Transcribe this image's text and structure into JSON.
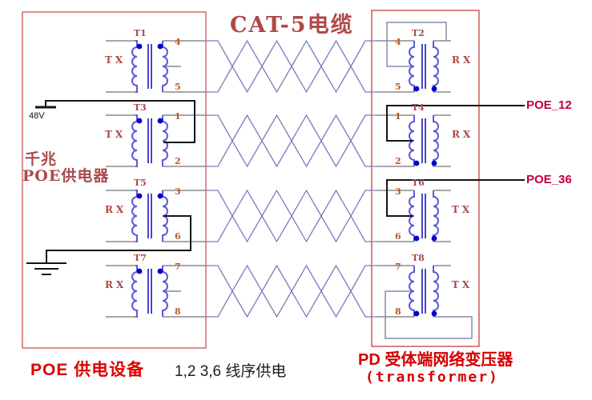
{
  "title": "CAT-5电缆",
  "pse": {
    "name_line1": "千兆",
    "name_line2": "POE供电器",
    "caption": "POE 供电设备",
    "voltage": "48V"
  },
  "pd": {
    "caption_line1": "PD 受体端网络变压器",
    "caption_line2": "(transformer)"
  },
  "note": "1,2 3,6 线序供电",
  "power_labels": {
    "poe12": "POE_12",
    "poe36": "POE_36"
  },
  "transformers": [
    {
      "label": "T1",
      "side": "left",
      "mode": "TX",
      "pin_top": "4",
      "pin_bottom": "5"
    },
    {
      "label": "T2",
      "side": "right",
      "mode": "RX",
      "pin_top": "4",
      "pin_bottom": "5"
    },
    {
      "label": "T3",
      "side": "left",
      "mode": "TX",
      "pin_top": "1",
      "pin_bottom": "2"
    },
    {
      "label": "T4",
      "side": "right",
      "mode": "RX",
      "pin_top": "1",
      "pin_bottom": "2"
    },
    {
      "label": "T5",
      "side": "left",
      "mode": "RX",
      "pin_top": "3",
      "pin_bottom": "6"
    },
    {
      "label": "T6",
      "side": "right",
      "mode": "TX",
      "pin_top": "3",
      "pin_bottom": "6"
    },
    {
      "label": "T7",
      "side": "left",
      "mode": "RX",
      "pin_top": "7",
      "pin_bottom": "8"
    },
    {
      "label": "T8",
      "side": "right",
      "mode": "TX",
      "pin_top": "7",
      "pin_bottom": "8"
    }
  ],
  "colors": {
    "accent_red": "#e00000",
    "brick_red": "#a84a4a",
    "box_border": "#d06a6a",
    "coil_blue": "#5b5bd6",
    "pair_blue": "#7c7cc0",
    "wire_gray": "#8a8a8a",
    "wire_black": "#151515",
    "pin_brown": "#b05a2a",
    "power_label_red": "#c00038"
  }
}
